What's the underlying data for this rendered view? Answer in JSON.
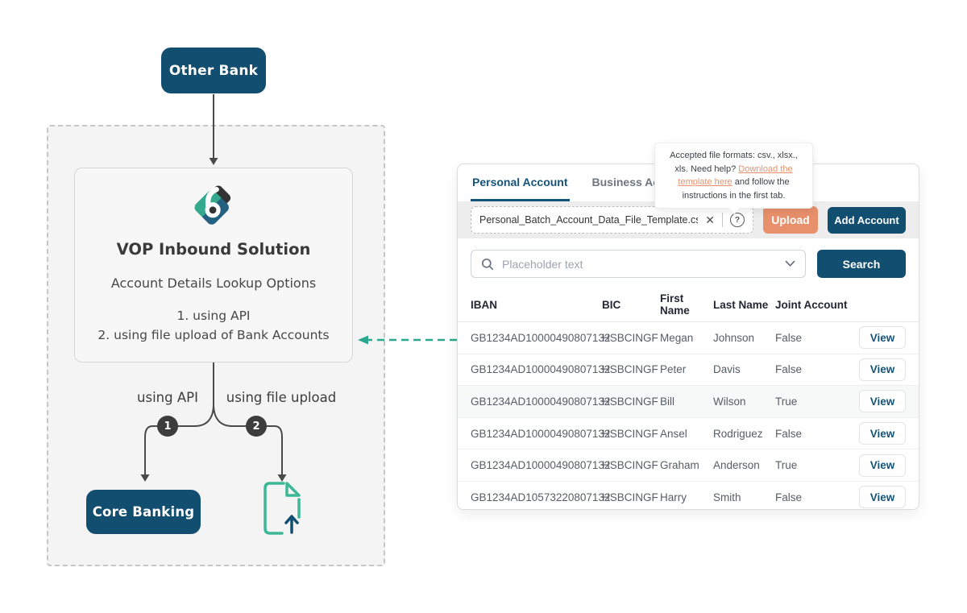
{
  "colors": {
    "navy": "#124e70",
    "salmon": "#e8906c",
    "teal": "#2aa78c",
    "teal_light": "#3cb896",
    "link_orange": "#e8916b",
    "tab_active": "#14537a",
    "line_gray": "#4a4a4a"
  },
  "diagram": {
    "other_bank_label": "Other Bank",
    "solution_title": "VOP Inbound Solution",
    "solution_subtitle": "Account Details Lookup Options",
    "option_api": "1. using API",
    "option_file": "2. using file upload of Bank Accounts",
    "branch_api_label": "using API",
    "branch_file_label": "using file upload",
    "branch_api_number": "1",
    "branch_file_number": "2",
    "core_banking_label": "Core Banking"
  },
  "panel": {
    "tabs": [
      {
        "label": "Personal Account",
        "active": true
      },
      {
        "label": "Business Account",
        "active": false
      }
    ],
    "tooltip": {
      "text_before_link": "Accepted file formats: csv., xlsx., xls. Need help? ",
      "link_text": "Download the template here",
      "text_after_link": " and follow the instructions in the first tab."
    },
    "upload": {
      "file_name": "Personal_Batch_Account_Data_File_Template.csv",
      "close_glyph": "✕",
      "help_glyph": "?",
      "upload_label": "Upload",
      "add_account_label": "Add Account"
    },
    "search": {
      "placeholder": "Placeholder text",
      "button_label": "Search"
    },
    "table": {
      "headers": [
        "IBAN",
        "BIC",
        "First Name",
        "Last Name",
        "Joint Account"
      ],
      "action_label": "View",
      "rows": [
        {
          "iban": "GB1234AD10000490807132",
          "bic": "HSBCINGF",
          "first_name": "Megan",
          "last_name": "Johnson",
          "joint_account": "False",
          "highlighted": false
        },
        {
          "iban": "GB1234AD10000490807132",
          "bic": "HSBCINGF",
          "first_name": "Peter",
          "last_name": "Davis",
          "joint_account": "False",
          "highlighted": false
        },
        {
          "iban": "GB1234AD10000490807132",
          "bic": "HSBCINGF",
          "first_name": "Bill",
          "last_name": "Wilson",
          "joint_account": "True",
          "highlighted": true
        },
        {
          "iban": "GB1234AD10000490807132",
          "bic": "HSBCINGF",
          "first_name": "Ansel",
          "last_name": "Rodriguez",
          "joint_account": "False",
          "highlighted": false
        },
        {
          "iban": "GB1234AD10000490807132",
          "bic": "HSBCINGF",
          "first_name": "Graham",
          "last_name": "Anderson",
          "joint_account": "True",
          "highlighted": false
        },
        {
          "iban": "GB1234AD10573220807132",
          "bic": "HSBCINGF",
          "first_name": "Harry",
          "last_name": "Smith",
          "joint_account": "False",
          "highlighted": false
        }
      ]
    }
  }
}
